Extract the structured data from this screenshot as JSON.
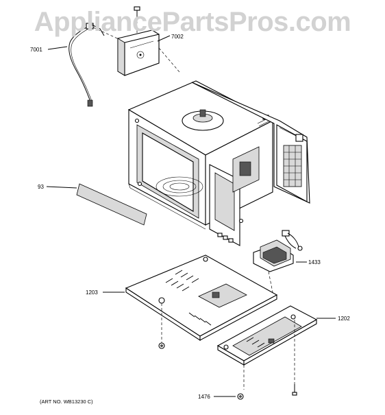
{
  "watermark": "AppliancePartsPros.com",
  "art_number": "(ART NO. WB13230 C)",
  "callouts": {
    "p7001": "7001",
    "p7002": "7002",
    "p93": "93",
    "p1433": "1433",
    "p1203": "1203",
    "p1202": "1202",
    "p1476": "1476"
  }
}
